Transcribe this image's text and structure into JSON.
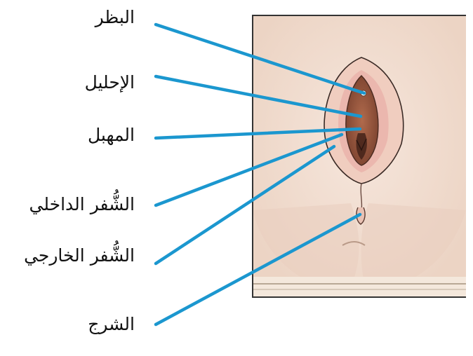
{
  "labels": [
    "البظر",
    "الإحليل",
    "المهبل",
    "الشُّفر الداخلي",
    "الشُّفر الخارجي",
    "الشرج"
  ],
  "colors": {
    "leader_line": "#1b97cf",
    "skin": "#f2ddd0",
    "labia": "#eac3b5",
    "inner": "#9c5a40",
    "panel_border": "#333333"
  }
}
